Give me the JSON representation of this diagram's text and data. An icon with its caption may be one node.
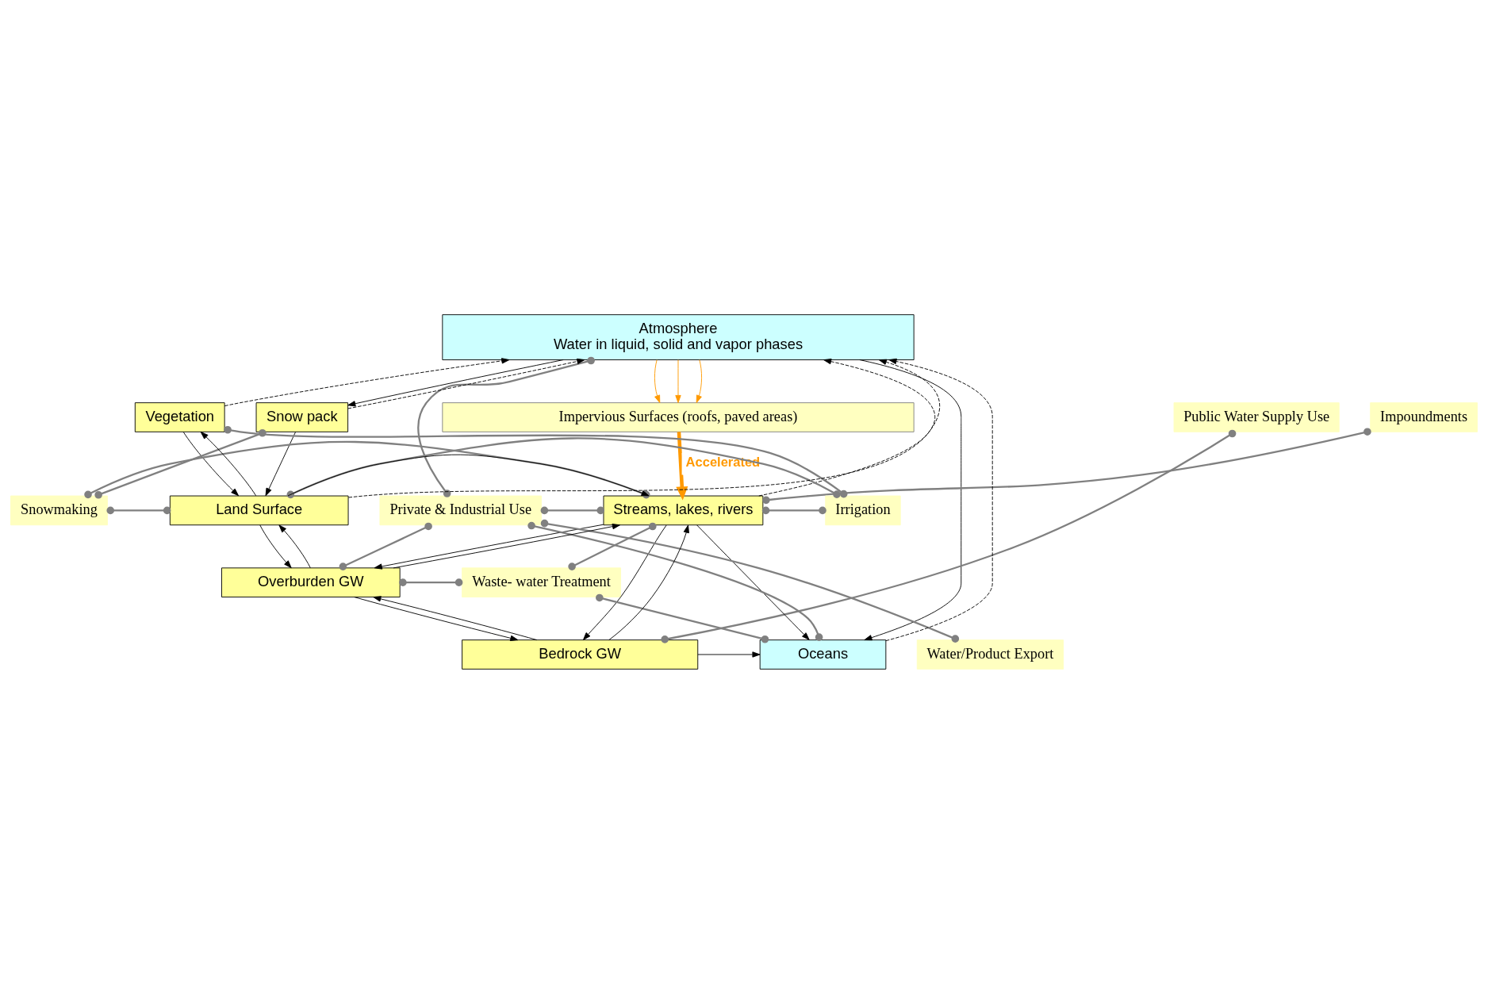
{
  "diagram": {
    "nodes": [
      {
        "text": [
          "Atmosphere",
          "Water in liquid, solid and vapor phases"
        ]
      },
      {
        "text": [
          "Impervious Surfaces (roofs, paved areas)"
        ]
      },
      {
        "text": [
          "Snow pack"
        ]
      },
      {
        "text": [
          "Vegetation"
        ]
      },
      {
        "text": [
          "Snowmaking"
        ]
      },
      {
        "text": [
          "Irrigation"
        ]
      },
      {
        "text": [
          "Land Surface"
        ]
      },
      {
        "text": [
          "Streams, lakes, rivers"
        ]
      },
      {
        "text": [
          "Overburden GW"
        ]
      },
      {
        "text": [
          "Bedrock GW"
        ]
      },
      {
        "text": [
          "Oceans"
        ]
      },
      {
        "text": [
          "Impoundments"
        ]
      },
      {
        "text": [
          "Public Water Supply Use"
        ]
      },
      {
        "text": [
          "Private & Industrial Use"
        ]
      },
      {
        "text": [
          "Waste- water Treatment"
        ]
      },
      {
        "text": [
          "Water/Product Export"
        ]
      }
    ],
    "edges": [
      {
        "from": 0,
        "to": 1,
        "arrow": "to",
        "color": "#ff9900"
      },
      {
        "from": 0,
        "to": 1,
        "arrow": "to",
        "color": "#ff9900"
      },
      {
        "from": 0,
        "to": 1,
        "arrow": "to",
        "color": "#ff9900"
      },
      {
        "from": 6,
        "to": 0,
        "arrow": "to",
        "style": "dashed"
      },
      {
        "from": 0,
        "to": 2,
        "arrow": "to"
      },
      {
        "from": 2,
        "to": 0,
        "arrow": "to",
        "style": "dashed"
      },
      {
        "from": 3,
        "to": 0,
        "arrow": "to",
        "style": "dashed"
      },
      {
        "from": 1,
        "to": 7,
        "label": "Accelerated",
        "arrow": "to",
        "style": "thick",
        "color": "#ff9900"
      },
      {
        "from": 7,
        "to": 0,
        "arrow": "to",
        "style": "dashed"
      },
      {
        "from": 0,
        "to": 10,
        "arrow": "to"
      },
      {
        "from": 10,
        "to": 0,
        "arrow": "to",
        "style": "dashed"
      },
      {
        "from": 2,
        "to": 6,
        "arrow": "to"
      },
      {
        "from": 3,
        "to": 6,
        "arrow": "to"
      },
      {
        "from": 6,
        "to": 3,
        "arrow": "to"
      },
      {
        "from": 6,
        "to": 7,
        "arrow": "to"
      },
      {
        "from": 6,
        "to": 8,
        "arrow": "to"
      },
      {
        "from": 8,
        "to": 6,
        "arrow": "to"
      },
      {
        "from": 8,
        "to": 7,
        "arrow": "to"
      },
      {
        "from": 7,
        "to": 8,
        "arrow": "to"
      },
      {
        "from": 8,
        "to": 9,
        "arrow": "to"
      },
      {
        "from": 9,
        "to": 8,
        "arrow": "to"
      },
      {
        "from": 9,
        "to": 7,
        "arrow": "to"
      },
      {
        "from": 7,
        "to": 9,
        "arrow": "to"
      },
      {
        "from": 7,
        "to": 10,
        "arrow": "to"
      },
      {
        "from": 9,
        "to": 10,
        "arrow": "to"
      },
      {
        "from": 0,
        "to": 13,
        "arrow": "other",
        "color": "#808080"
      },
      {
        "from": 4,
        "to": 2,
        "arrow": "other",
        "color": "#808080"
      },
      {
        "from": 4,
        "to": 7,
        "arrow": "other",
        "color": "#808080"
      },
      {
        "from": 4,
        "to": 6,
        "arrow": "other",
        "color": "#808080"
      },
      {
        "from": 5,
        "to": 3,
        "arrow": "other",
        "color": "#808080"
      },
      {
        "from": 5,
        "to": 7,
        "arrow": "other",
        "color": "#808080"
      },
      {
        "from": 5,
        "to": 6,
        "arrow": "other",
        "color": "#808080"
      },
      {
        "from": 7,
        "to": 11,
        "arrow": "other",
        "color": "#808080"
      },
      {
        "from": 7,
        "to": 13,
        "arrow": "other",
        "color": "#808080"
      },
      {
        "from": 7,
        "to": 14,
        "arrow": "other",
        "color": "#808080"
      },
      {
        "from": 12,
        "to": 9,
        "arrow": "other",
        "color": "#808080"
      },
      {
        "from": 13,
        "to": 8,
        "arrow": "other",
        "color": "#808080"
      },
      {
        "from": 13,
        "to": 10,
        "arrow": "other",
        "color": "#808080"
      },
      {
        "from": 13,
        "to": 15,
        "arrow": "other",
        "color": "#808080"
      },
      {
        "from": 8,
        "to": 14,
        "arrow": "other",
        "color": "#808080"
      },
      {
        "from": 14,
        "to": 10,
        "arrow": "other",
        "color": "#808080"
      }
    ]
  }
}
